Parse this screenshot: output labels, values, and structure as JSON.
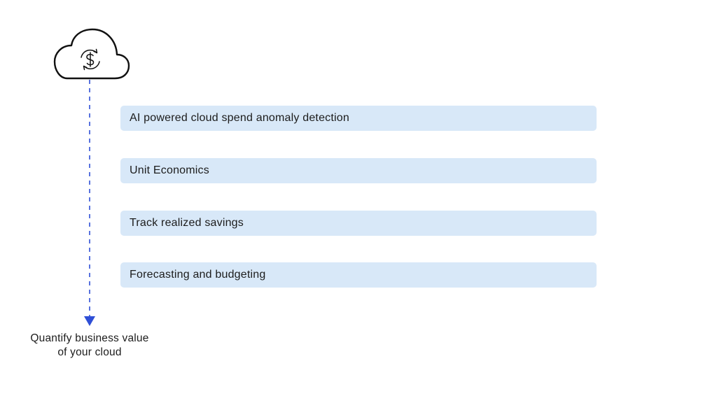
{
  "diagram": {
    "source_icon": "cloud-dollar-sync-icon",
    "features": [
      {
        "label": "AI powered cloud spend anomaly detection"
      },
      {
        "label": "Unit Economics"
      },
      {
        "label": "Track realized savings"
      },
      {
        "label": "Forecasting and budgeting"
      }
    ],
    "outcome": {
      "line1": "Quantify business value",
      "line2": "of your cloud"
    }
  },
  "colors": {
    "feature_fill": "#d8e8f8",
    "arrow": "#2f4fd6",
    "outline": "#111111"
  }
}
